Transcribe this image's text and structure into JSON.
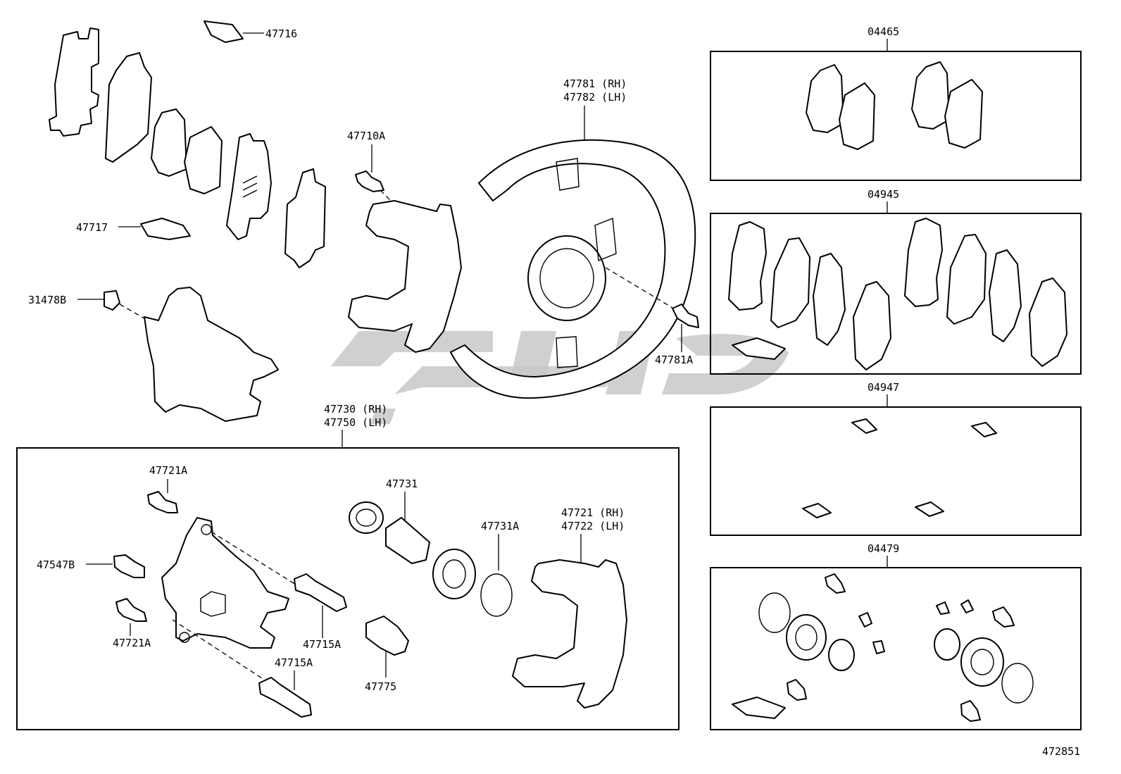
{
  "diagram_id": "472851",
  "labels": {
    "l47716": "47716",
    "l47717": "47717",
    "l31478B": "31478B",
    "l47710A": "47710A",
    "l47781RH": "47781 (RH)",
    "l47782LH": "47782 (LH)",
    "l47781A": "47781A",
    "l47730RH": "47730 (RH)",
    "l47750LH": "47750 (LH)",
    "l47721A_top": "47721A",
    "l47547B": "47547B",
    "l47721A_bot": "47721A",
    "l47715A_1": "47715A",
    "l47715A_2": "47715A",
    "l47731": "47731",
    "l47731A": "47731A",
    "l47775": "47775",
    "l47721RH": "47721 (RH)",
    "l47722LH": "47722 (LH)",
    "k04465": "04465",
    "k04945": "04945",
    "k04947": "04947",
    "k04479": "04479"
  }
}
